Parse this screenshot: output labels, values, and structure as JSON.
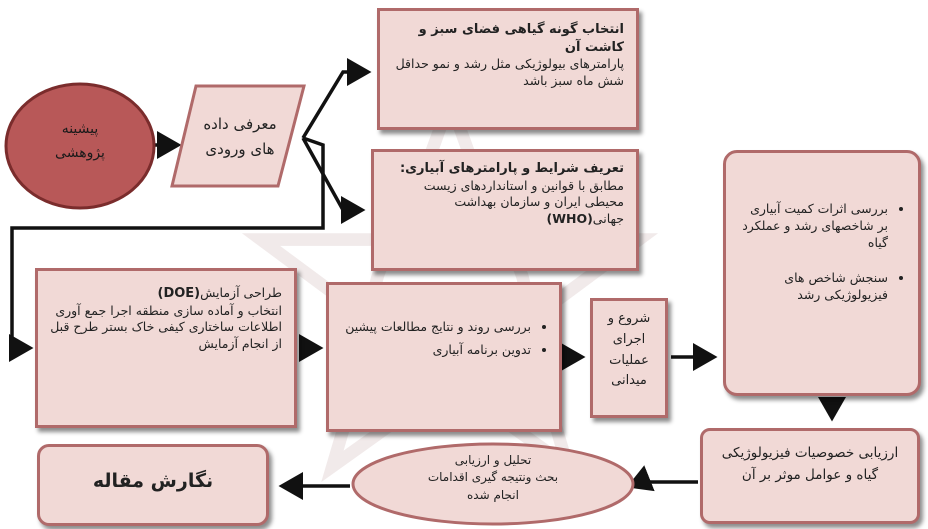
{
  "nodes": {
    "prior_research": {
      "lines": [
        "پیشینه",
        "پژوهشی"
      ]
    },
    "input_data": {
      "lines": [
        "معرفی داده",
        "های ورودی"
      ]
    },
    "plant_selection": {
      "title": "انتخاب گونه گیاهی فضای سبز و کاشت آن",
      "body": "پارامترهای بیولوژیکی مثل رشد و نمو حداقل شش ماه سبز باشد"
    },
    "irrigation_params": {
      "title": "تعریف شرایط و پارامترهای آبیاری:",
      "body_prefix": "مطابق با قوانین و استانداردهای زیست محیطی ایران و سازمان بهداشت جهانی",
      "body_suffix": "(WHO)"
    },
    "experiment_design": {
      "title_prefix": "طراحی آزمایش",
      "title_abbr": "(DOE)",
      "body": "انتخاب و آماده سازی منطقه اجرا جمع آوری اطلاعات ساختاری کیفی خاک بستر طرح قبل از انجام آزمایش"
    },
    "review": {
      "items": [
        "بررسی روند و نتایج مطالعات پیشین",
        "تدوین برنامه آبیاری"
      ]
    },
    "field_ops": {
      "lines": [
        "شروع و",
        "اجرای",
        "عملیات",
        "میدانی"
      ]
    },
    "effects": {
      "items": [
        "بررسی اثرات کمیت آبیاری بر شاخصهای رشد و عملکرد گیاه",
        "سنجش شاخص های فیزیولوژیکی رشد"
      ]
    },
    "evaluation": {
      "text": "ارزیابی خصوصیات فیزیولوژیکی گیاه و عوامل موثر بر آن"
    },
    "analysis": {
      "lines": [
        "تحلیل و ارزیابی",
        "بحث ونتیجه گیری اقدامات",
        "انجام شده"
      ]
    },
    "writing": {
      "text": "نگارش مقاله"
    }
  },
  "colors": {
    "fill": "#f1d9d6",
    "border": "#b06a6a",
    "oval_fill": "#b85858",
    "oval_border": "#7a2c2c",
    "arrow": "#111111"
  }
}
